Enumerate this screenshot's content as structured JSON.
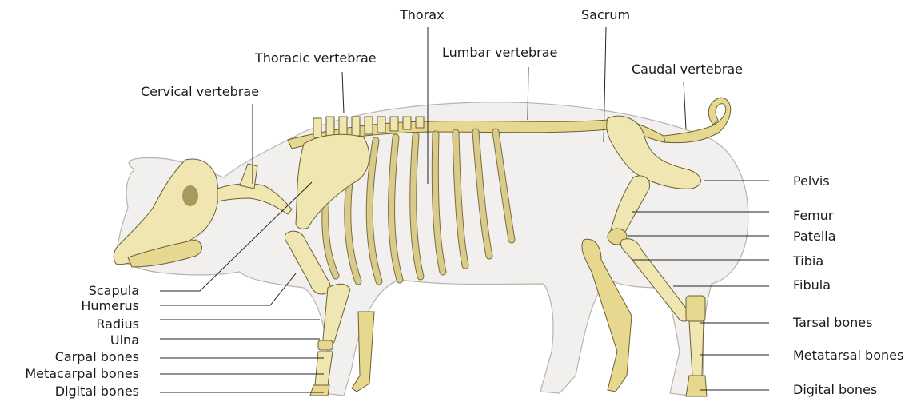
{
  "labels": {
    "thorax": "Thorax",
    "sacrum": "Sacrum",
    "thoracic_vertebrae": "Thoracic vertebrae",
    "lumbar_vertebrae": "Lumbar vertebrae",
    "caudal_vertebrae": "Caudal vertebrae",
    "cervical_vertebrae": "Cervical vertebrae",
    "pelvis": "Pelvis",
    "femur": "Femur",
    "patella": "Patella",
    "tibia": "Tibia",
    "fibula": "Fibula",
    "tarsal_bones": "Tarsal bones",
    "metatarsal_bones": "Metatarsal bones",
    "digital_bones_hind": "Digital bones",
    "scapula": "Scapula",
    "humerus": "Humerus",
    "radius": "Radius",
    "ulna": "Ulna",
    "carpal_bones": "Carpal bones",
    "metacarpal_bones": "Metacarpal bones",
    "digital_bones_fore": "Digital bones"
  },
  "colors": {
    "bone": "#efe6b2",
    "bone_shadow": "#e6d98f",
    "body_outline": "#b9b3ad",
    "body_fill": "#f2f0ee",
    "leader_line": "#222222"
  }
}
